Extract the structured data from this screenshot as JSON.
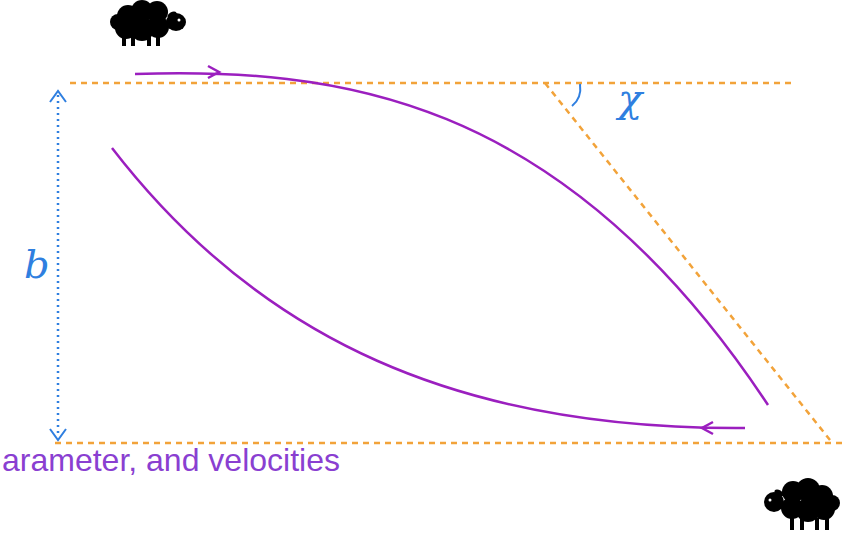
{
  "diagram": {
    "title": "arameter, and velocities",
    "labels": [
      "b",
      "χ"
    ]
  }
}
